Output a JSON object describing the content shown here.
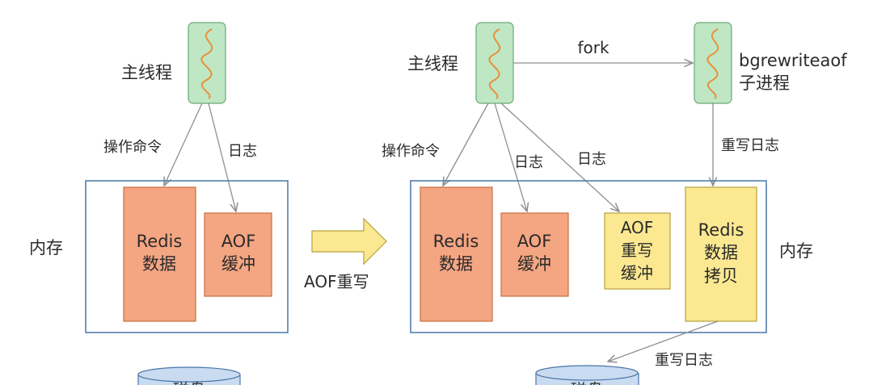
{
  "colors": {
    "orange_fill": "#f4a582",
    "orange_stroke": "#c8703e",
    "yellow_fill": "#fbe891",
    "yellow_stroke": "#b8a13c",
    "thread_fill": "#bfe7c4",
    "thread_stroke": "#6aa877",
    "squiggle": "#e8913a",
    "frame_stroke": "#4a76a8",
    "arrow": "#8f8f8f",
    "disk_fill": "#c9dbf0",
    "disk_stroke": "#4a76a8"
  },
  "left": {
    "main_thread_label": "主线程",
    "op_cmd_label": "操作命令",
    "log_label": "日志",
    "memory_label": "内存",
    "redis_data": [
      "Redis",
      "数据"
    ],
    "aof_buffer": [
      "AOF",
      "缓冲"
    ],
    "disk_label": "磁盘"
  },
  "transition_label": "AOF重写",
  "right": {
    "main_thread_label": "主线程",
    "fork_label": "fork",
    "child_label": [
      "bgrewriteaof",
      "子进程"
    ],
    "op_cmd_label": "操作命令",
    "log_label_1": "日志",
    "log_label_2": "日志",
    "rewrite_log_label": "重写日志",
    "redis_data": [
      "Redis",
      "数据"
    ],
    "aof_buffer": [
      "AOF",
      "缓冲"
    ],
    "aof_rewrite_buffer": [
      "AOF",
      "重写",
      "缓冲"
    ],
    "redis_copy": [
      "Redis",
      "数据",
      "拷贝"
    ],
    "memory_label": "内存",
    "bottom_rewrite_log_label": "重写日志",
    "disk_label": "磁盘"
  }
}
